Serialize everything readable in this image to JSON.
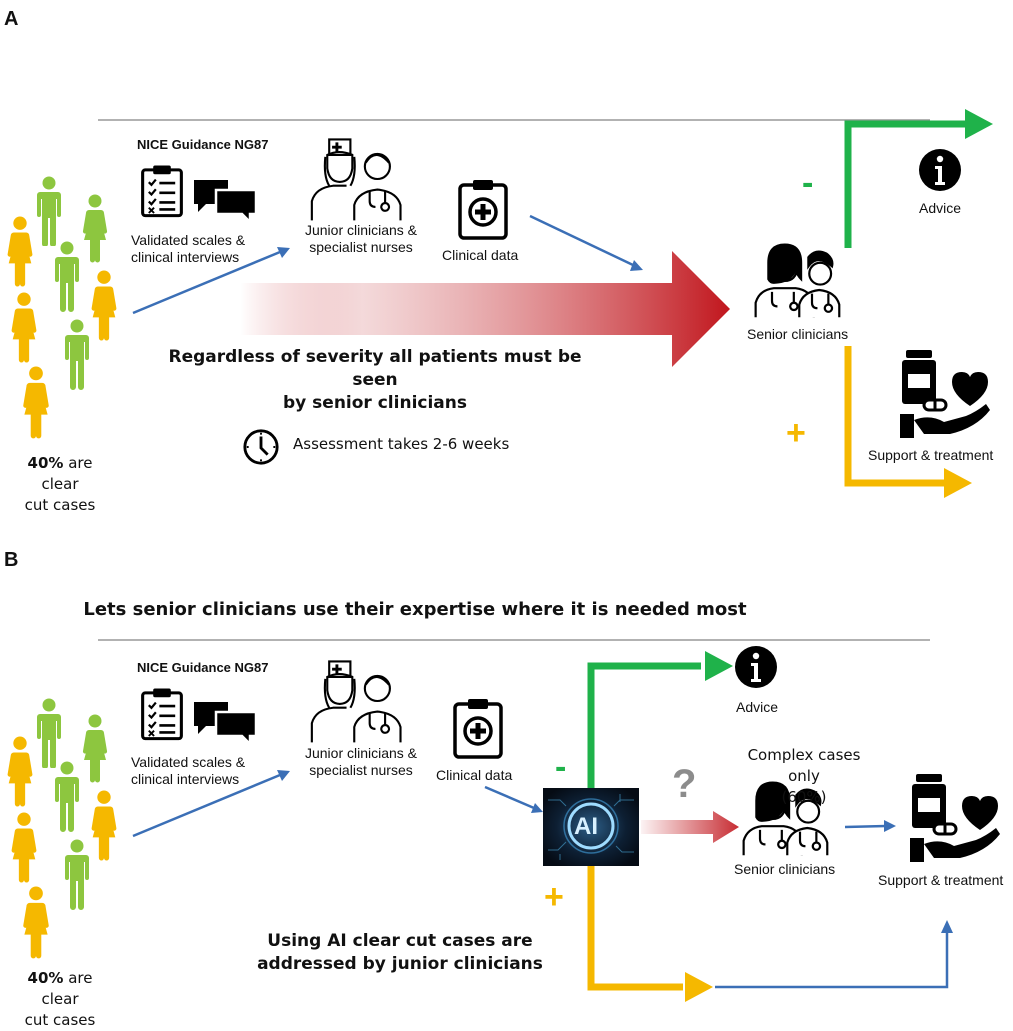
{
  "panel_a": {
    "letter": "A",
    "nice_title": "NICE Guidance NG87",
    "validated_label_1": "Validated scales &",
    "validated_label_2": "clinical interviews",
    "junior_label_1": "Junior clinicians &",
    "junior_label_2": "specialist nurses",
    "clinical_data_label": "Clinical data",
    "senior_label": "Senior clinicians",
    "advice_label": "Advice",
    "support_label": "Support & treatment",
    "minus_sign": "-",
    "plus_sign": "+",
    "severity_line_1": "Regardless of severity all patients must be seen",
    "severity_line_2": "by senior clinicians",
    "assessment_label": "Assessment takes 2-6 weeks",
    "clear_cut_bold": "40%",
    "clear_cut_rest_1": " are clear",
    "clear_cut_rest_2": "cut cases"
  },
  "panel_b": {
    "letter": "B",
    "headline": "Lets senior clinicians use their expertise where it is needed most",
    "nice_title": "NICE Guidance NG87",
    "validated_label_1": "Validated scales &",
    "validated_label_2": "clinical interviews",
    "junior_label_1": "Junior clinicians &",
    "junior_label_2": "specialist nurses",
    "clinical_data_label": "Clinical data",
    "ai_label": "AI",
    "question_mark": "?",
    "advice_label": "Advice",
    "complex_line_1": "Complex cases only",
    "complex_line_2": "(60%)",
    "senior_label": "Senior clinicians",
    "support_label": "Support & treatment",
    "minus_sign": "-",
    "plus_sign": "+",
    "using_ai_line_1": "Using AI clear cut cases are",
    "using_ai_line_2": "addressed by junior clinicians",
    "clear_cut_bold": "40%",
    "clear_cut_rest_1": " are clear",
    "clear_cut_rest_2": "cut cases"
  },
  "colors": {
    "yellow_person": "#f5b800",
    "green_person": "#8dc63f",
    "green_path": "#1fb24a",
    "yellow_path": "#f5b800",
    "blue_arrow": "#3b6fb6",
    "red_arrow": "#c1161d",
    "divider": "#999999"
  },
  "icons": [
    "clipboard-checklist-icon",
    "speech-bubbles-icon",
    "nurse-doctor-icon",
    "medical-clipboard-icon",
    "senior-clinicians-icon",
    "info-icon",
    "medication-heart-hand-icon",
    "clock-icon",
    "ai-chip-icon",
    "person-icon"
  ]
}
